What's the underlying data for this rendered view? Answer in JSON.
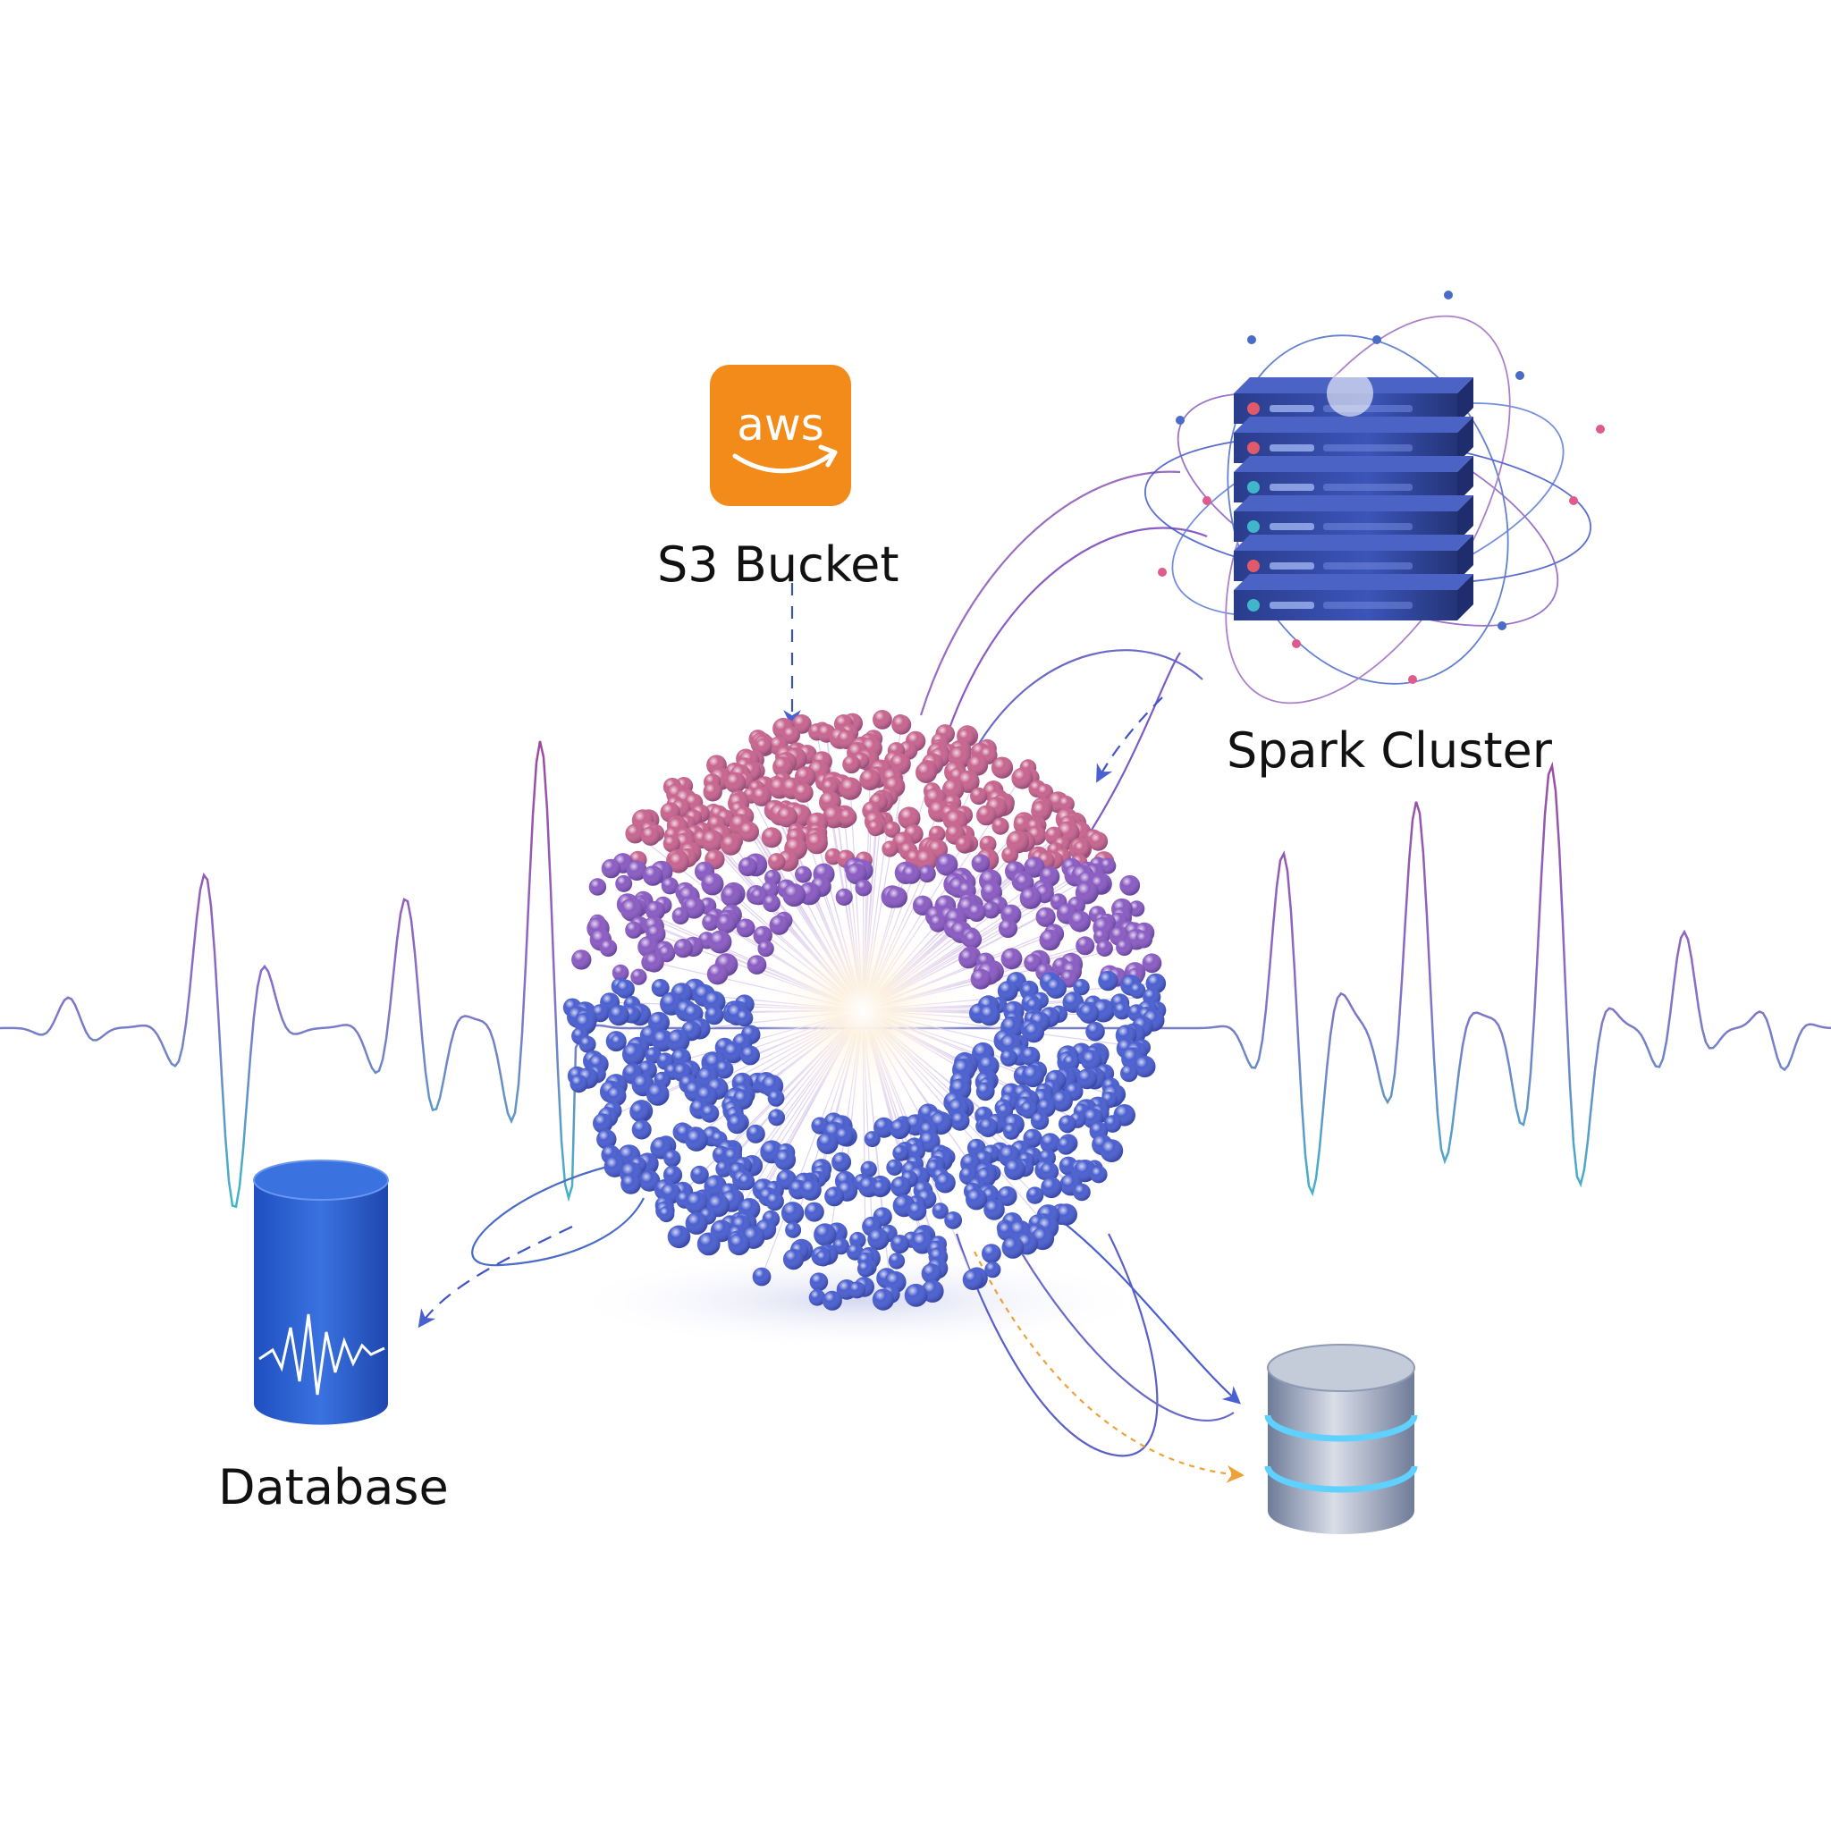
{
  "colors": {
    "aws_orange": "#F28B1A",
    "sphere_blue": "#4A5FD0",
    "sphere_pink": "#C8648E",
    "sphere_purple": "#8A5BC2",
    "wave_purple": "#9C4A9E",
    "wave_teal": "#3FB6C9",
    "server_navy": "#2D3F8F",
    "db_blue": "#2E5ECF",
    "db_steel": "#8E9BB4",
    "accent_orange": "#F0A038"
  },
  "s3": {
    "icon": "aws-logo-icon",
    "logo_text": "aws",
    "label": "S3 Bucket"
  },
  "spark": {
    "icon": "server-rack-icon",
    "label": "Spark Cluster"
  },
  "database": {
    "icon": "database-waveform-icon",
    "label": "Database"
  },
  "storage": {
    "icon": "database-cylinder-icon"
  },
  "center": {
    "icon": "particle-sphere-icon"
  }
}
